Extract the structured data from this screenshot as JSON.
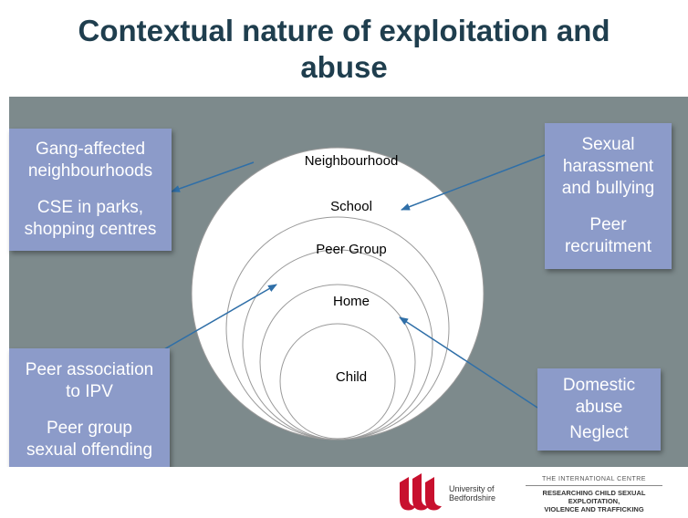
{
  "title": "Contextual nature of exploitation and abuse",
  "rings": {
    "neighbourhood": "Neighbourhood",
    "school": "School",
    "peer_group": "Peer Group",
    "home": "Home",
    "child": "Child"
  },
  "boxes": {
    "top_left": {
      "line1": "Gang-affected",
      "line2": "neighbourhoods",
      "line3": "CSE in parks,",
      "line4": "shopping centres"
    },
    "top_right": {
      "line1": "Sexual",
      "line2": "harassment",
      "line3": "and bullying",
      "line4": "Peer",
      "line5": "recruitment"
    },
    "bottom_left": {
      "line1": "Peer association",
      "line2": "to IPV",
      "line3": "Peer group",
      "line4": "sexual offending"
    },
    "bottom_right": {
      "line1": "Domestic",
      "line2": "abuse",
      "line3": "Neglect"
    }
  },
  "footer": {
    "university_line1": "University of",
    "university_line2": "Bedfordshire",
    "centre_top": "THE INTERNATIONAL CENTRE",
    "centre_line1": "RESEARCHING CHILD SEXUAL EXPLOITATION,",
    "centre_line2": "VIOLENCE AND TRAFFICKING"
  },
  "colors": {
    "title": "#1f3e4e",
    "panel": "#7d8a8c",
    "box": "#8c9bc9",
    "arrow": "#2f6fa8",
    "logo": "#c8102e"
  }
}
